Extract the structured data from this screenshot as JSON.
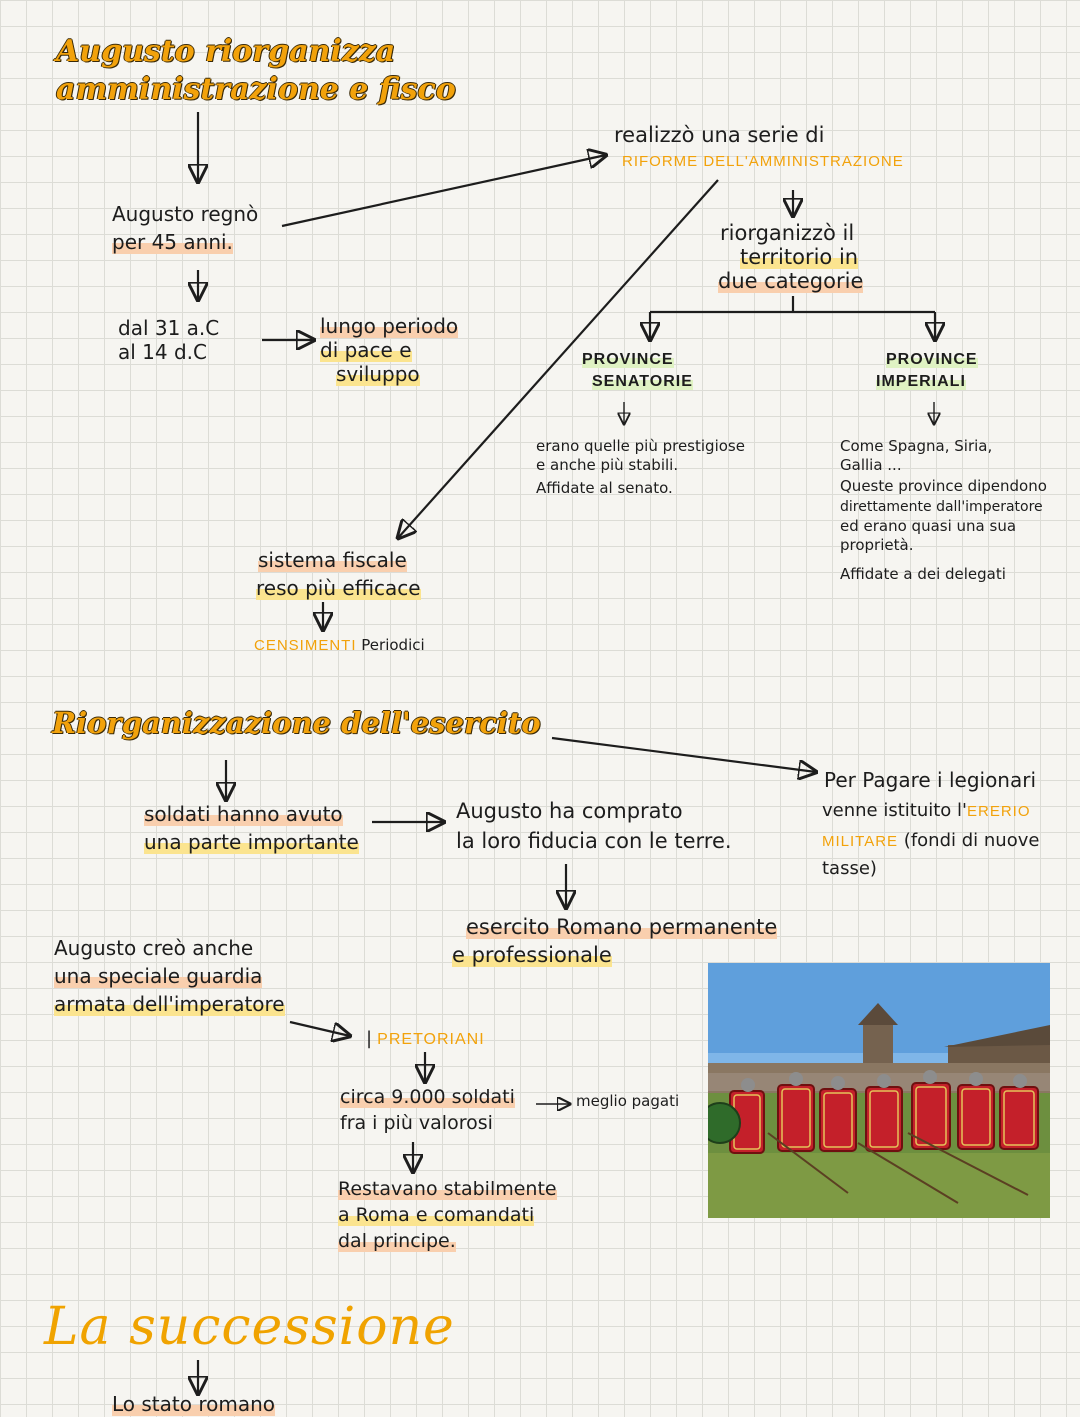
{
  "section1": {
    "title_line1": "Augusto riorganizza",
    "title_line2": "amministrazione e fisco",
    "reign_line1": "Augusto regnò",
    "reign_line2": "per 45 anni.",
    "dates_line1": "dal 31 a.C",
    "dates_line2": "al 14 d.C",
    "peace_line1": "lungo periodo",
    "peace_line2": "di pace e",
    "peace_line3": "sviluppo",
    "reforms_line1": "realizzò una serie di",
    "reforms_line2": "RIFORME DELL'AMMINISTRAZIONE",
    "territory_line1": "riorganizzò il",
    "territory_line2": "territorio in",
    "territory_line3": "due categorie",
    "senatorial_line1": "PROVINCE",
    "senatorial_line2": "SENATORIE",
    "senatorial_desc1": "erano quelle più prestigiose",
    "senatorial_desc2": "e anche più stabili.",
    "senatorial_desc3": "Affidate al senato.",
    "imperial_line1": "PROVINCE",
    "imperial_line2": "IMPERIALI",
    "imperial_desc1": "Come Spagna, Siria,",
    "imperial_desc2": "Gallia ...",
    "imperial_desc3": "Queste province dipendono",
    "imperial_desc4": "direttamente dall'imperatore",
    "imperial_desc5": "ed erano quasi una sua",
    "imperial_desc6": "proprietà.",
    "imperial_desc7": "Affidate a dei delegati",
    "fiscal_line1": "sistema fiscale",
    "fiscal_line2": "reso più efficace",
    "census_accent": "CENSIMENTI",
    "census_rest": "Periodici"
  },
  "section2": {
    "title": "Riorganizzazione dell'esercito",
    "soldiers_line1": "soldati hanno avuto",
    "soldiers_line2": "una parte importante",
    "trust_line1": "Augusto ha comprato",
    "trust_line2": "la loro fiducia con le terre.",
    "army_line1": "esercito Romano permanente",
    "army_line2": "e professionale",
    "pay_line1": "Per Pagare i legionari",
    "pay_line2a": "venne istituito l'",
    "pay_line2b": "ERERIO",
    "pay_line3a": "MILITARE",
    "pay_line3b": " (fondi di nuove",
    "pay_line4": "tasse)",
    "guard_line1": "Augusto creò anche",
    "guard_line2": "una speciale guardia",
    "guard_line3": "armata dell'imperatore",
    "praetorians": "PRETORIANI",
    "count_line1": "circa 9.000 soldati",
    "count_line2": "fra i più valorosi",
    "better_paid": "meglio pagati",
    "rome_line1": "Restavano stabilmente",
    "rome_line2": "a Roma e comandati",
    "rome_line3": "dal principe."
  },
  "section3": {
    "title": "La successione",
    "state": "Lo stato romano"
  },
  "colors": {
    "accent": "#f2a20b",
    "highlight_orange": "#f9cfae",
    "highlight_yellow": "#fbe48f",
    "highlight_green": "#dff2c3"
  }
}
